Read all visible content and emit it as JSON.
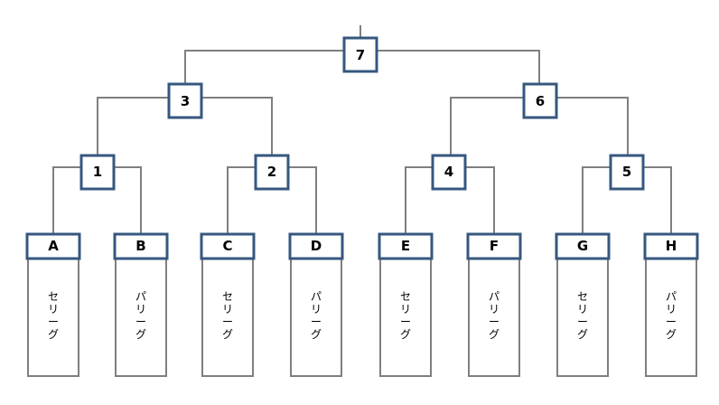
{
  "matches": [
    {
      "id": "m1",
      "label": "1"
    },
    {
      "id": "m2",
      "label": "2"
    },
    {
      "id": "m3",
      "label": "3"
    },
    {
      "id": "m4",
      "label": "4"
    },
    {
      "id": "m5",
      "label": "5"
    },
    {
      "id": "m6",
      "label": "6"
    },
    {
      "id": "m7",
      "label": "7"
    }
  ],
  "teams": [
    {
      "name": "A",
      "league": "セリーグ"
    },
    {
      "name": "B",
      "league": "パリーグ"
    },
    {
      "name": "C",
      "league": "セリーグ"
    },
    {
      "name": "D",
      "league": "パリーグ"
    },
    {
      "name": "E",
      "league": "セリーグ"
    },
    {
      "name": "F",
      "league": "パリーグ"
    },
    {
      "name": "G",
      "league": "セリーグ"
    },
    {
      "name": "H",
      "league": "パリーグ"
    }
  ],
  "colors": {
    "box_border": "#36577f",
    "line": "#7f7f7f",
    "text": "#000000",
    "background": "#ffffff"
  }
}
